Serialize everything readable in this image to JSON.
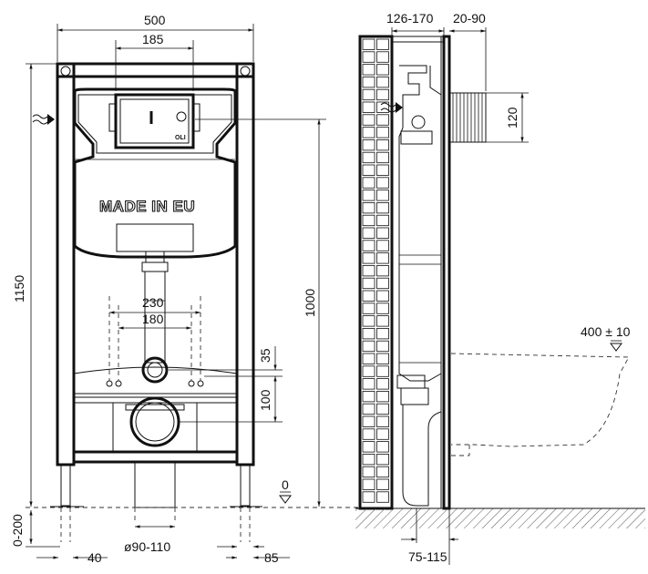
{
  "labels": {
    "made_in": "MADE IN EU",
    "brand": "OLI"
  },
  "dimensions": {
    "frame_width": "500",
    "button_width": "185",
    "total_height": "1150",
    "tank_height": "1000",
    "bolt_outer": "230",
    "bolt_inner": "180",
    "inlet_offset": "35",
    "outlet_offset": "100",
    "foot_height": "0-200",
    "foot_left": "40",
    "foot_right": "85",
    "pipe_diameter": "ø90-110",
    "wall_depth": "126-170",
    "frame_depth": "20-90",
    "button_height": "120",
    "bowl_height": "400 ± 10",
    "floor_level": "0",
    "outlet_depth": "75-115"
  }
}
